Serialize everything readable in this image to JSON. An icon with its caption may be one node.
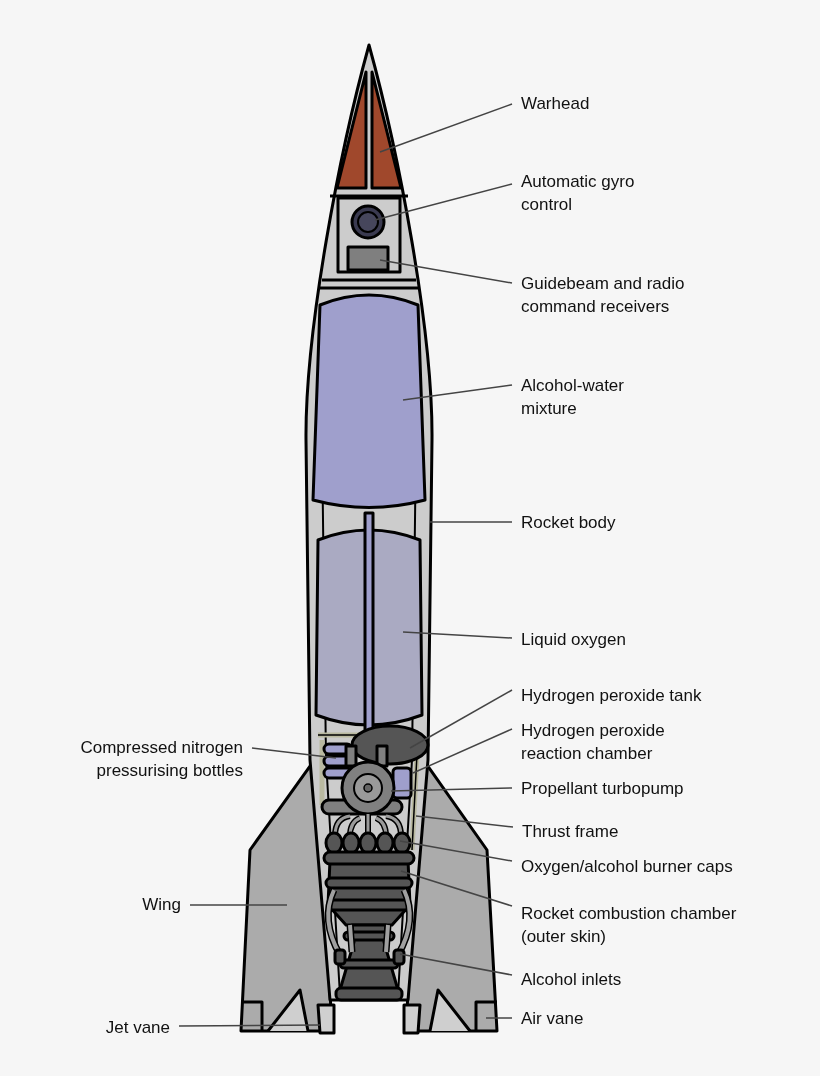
{
  "diagram": {
    "nodes": [
      {
        "text": [
          "Warhead"
        ]
      },
      {
        "text": [
          "Automatic gyro control"
        ]
      },
      {
        "text": [
          "Guidebeam and radio command receivers"
        ]
      },
      {
        "text": [
          "Alcohol-water mixture"
        ]
      },
      {
        "text": [
          "Rocket body"
        ]
      },
      {
        "text": [
          "Liquid oxygen"
        ]
      },
      {
        "text": [
          "Hydrogen peroxide tank"
        ]
      },
      {
        "text": [
          "Compressed nitrogen pressurising bottles"
        ]
      },
      {
        "text": [
          "Hydrogen peroxide reaction chamber"
        ]
      },
      {
        "text": [
          "Propellant turbopump"
        ]
      },
      {
        "text": [
          "Thrust frame"
        ]
      },
      {
        "text": [
          "Oxygen/alcohol burner caps"
        ]
      },
      {
        "text": [
          "Wing"
        ]
      },
      {
        "text": [
          "Rocket combustion chamber (outer skin)"
        ]
      },
      {
        "text": [
          "Alcohol inlets"
        ]
      },
      {
        "text": [
          "Air vane"
        ]
      },
      {
        "text": [
          "Jet vane"
        ]
      }
    ],
    "edges": [
      {
        "from": 0,
        "to": null,
        "arrow": "none"
      },
      {
        "from": 1,
        "to": null,
        "arrow": "none"
      },
      {
        "from": 2,
        "to": null,
        "arrow": "none"
      },
      {
        "from": 3,
        "to": null,
        "arrow": "none"
      },
      {
        "from": 4,
        "to": null,
        "arrow": "none"
      },
      {
        "from": 5,
        "to": null,
        "arrow": "none"
      },
      {
        "from": 6,
        "to": null,
        "arrow": "none"
      },
      {
        "from": 7,
        "to": null,
        "arrow": "none"
      },
      {
        "from": 8,
        "to": null,
        "arrow": "none"
      },
      {
        "from": 9,
        "to": null,
        "arrow": "none"
      },
      {
        "from": 10,
        "to": null,
        "arrow": "none"
      },
      {
        "from": 11,
        "to": null,
        "arrow": "none"
      },
      {
        "from": 12,
        "to": null,
        "arrow": "none"
      },
      {
        "from": 13,
        "to": null,
        "arrow": "none"
      },
      {
        "from": 14,
        "to": null,
        "arrow": "none"
      },
      {
        "from": 15,
        "to": null,
        "arrow": "none"
      },
      {
        "from": 16,
        "to": null,
        "arrow": "none"
      }
    ]
  }
}
